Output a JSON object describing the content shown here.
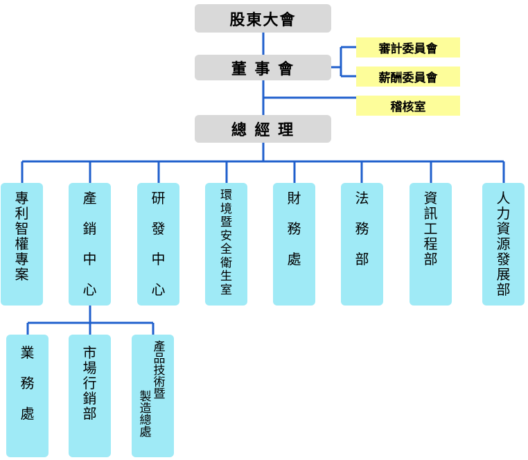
{
  "top": {
    "shareholders": "股東大會",
    "board": "董 事 會",
    "gm": "總 經 理"
  },
  "committees": {
    "audit": "審計委員會",
    "remuneration": "薪酬委員會",
    "internal_audit": "稽核室"
  },
  "departments": [
    "專\n利\n智\n權\n專\n案",
    "產\n\n銷\n\n中\n\n心",
    "研\n\n發\n\n中\n\n心",
    "環\n境\n暨\n安\n全\n衛\n生\n室",
    "財\n\n務\n\n處",
    "法\n\n務\n\n部",
    "資\n訊\n工\n程\n部",
    "人\n力\n資\n源\n發\n展\n部"
  ],
  "sub_departments": {
    "business": "業\n\n務\n\n處",
    "marketing": "市\n場\n行\n銷\n部",
    "tech_col1": "產\n品\n技\n術\n暨",
    "tech_col2": "製\n造\n總\n處"
  },
  "colors": {
    "line": "#1f5fcc",
    "gray": "#d9d9d9",
    "yellow": "#fdfd9a",
    "cyan": "#9feaf6"
  }
}
